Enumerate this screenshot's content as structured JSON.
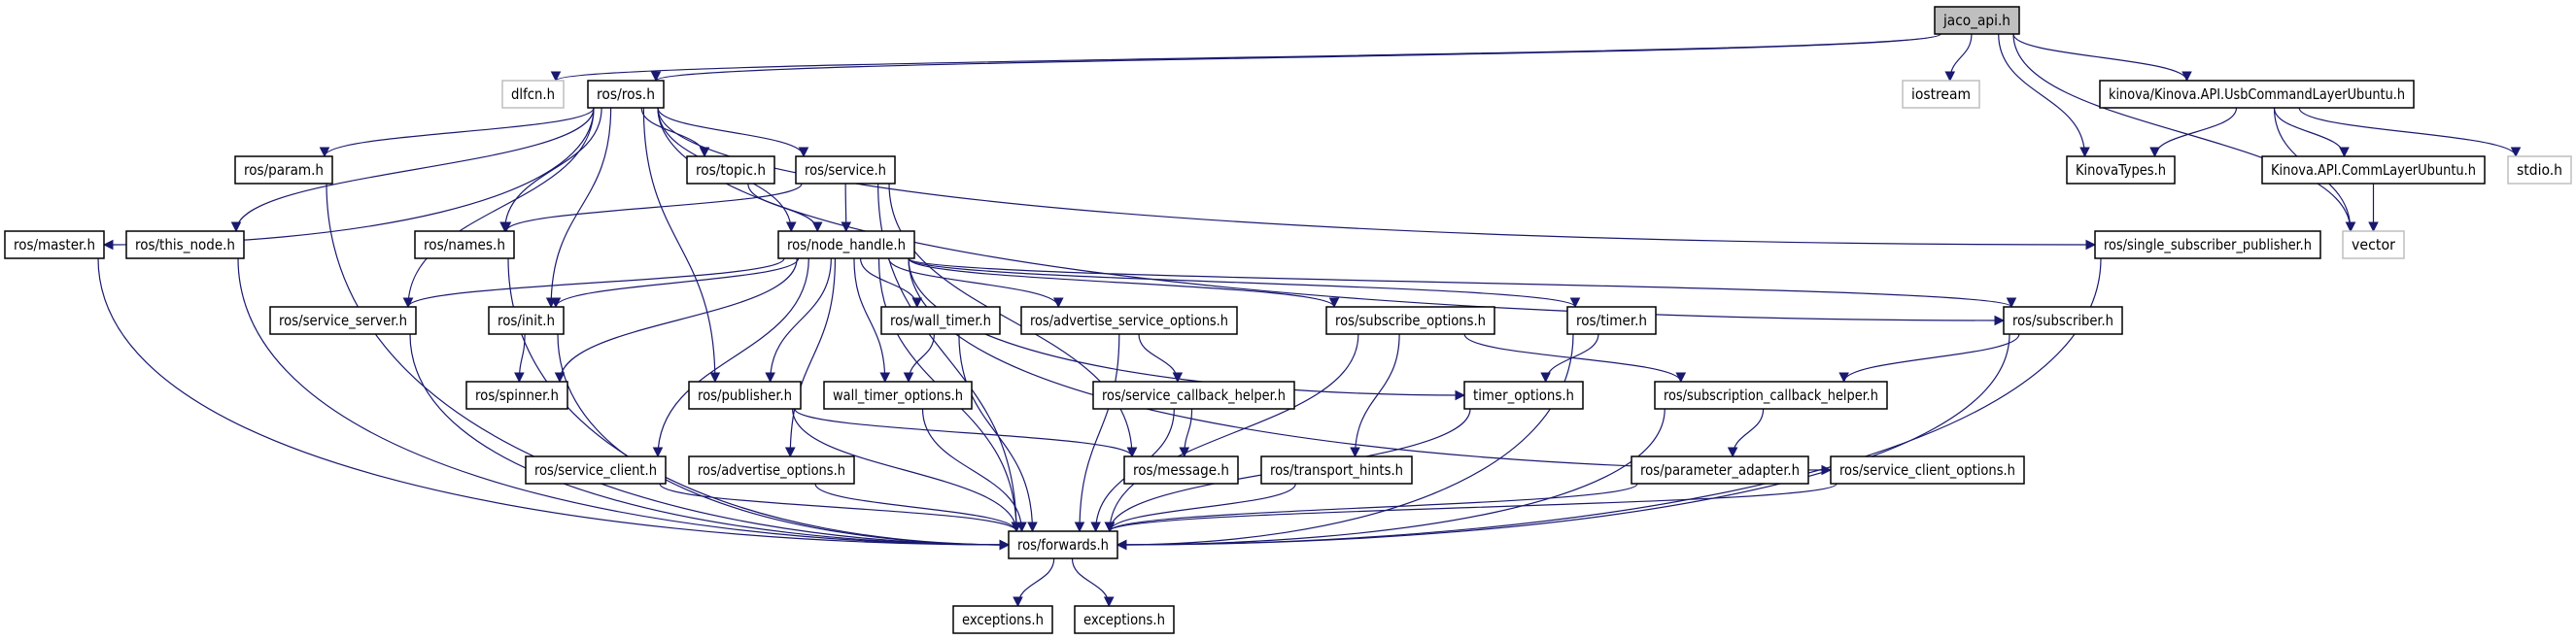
{
  "colors": {
    "edge": "#191970",
    "root_fill": "#bfbfbf",
    "external_border": "#bfbfbf",
    "node_border": "#000000"
  },
  "nodes": [
    {
      "id": "jaco",
      "label": "jaco_api.h",
      "kind": "root"
    },
    {
      "id": "dlfcn",
      "label": "dlfcn.h",
      "kind": "external"
    },
    {
      "id": "ros",
      "label": "ros/ros.h",
      "kind": "file"
    },
    {
      "id": "iostream",
      "label": "iostream",
      "kind": "external"
    },
    {
      "id": "usb",
      "label": "kinova/Kinova.API.UsbCommandLayerUbuntu.h",
      "kind": "file"
    },
    {
      "id": "param",
      "label": "ros/param.h",
      "kind": "file"
    },
    {
      "id": "topic",
      "label": "ros/topic.h",
      "kind": "file"
    },
    {
      "id": "service",
      "label": "ros/service.h",
      "kind": "file"
    },
    {
      "id": "kinovatypes",
      "label": "KinovaTypes.h",
      "kind": "file"
    },
    {
      "id": "comm",
      "label": "Kinova.API.CommLayerUbuntu.h",
      "kind": "file"
    },
    {
      "id": "stdio",
      "label": "stdio.h",
      "kind": "external"
    },
    {
      "id": "master",
      "label": "ros/master.h",
      "kind": "file"
    },
    {
      "id": "this_node",
      "label": "ros/this_node.h",
      "kind": "file"
    },
    {
      "id": "names",
      "label": "ros/names.h",
      "kind": "file"
    },
    {
      "id": "node_handle",
      "label": "ros/node_handle.h",
      "kind": "file"
    },
    {
      "id": "ssp",
      "label": "ros/single_subscriber_publisher.h",
      "kind": "file"
    },
    {
      "id": "vector",
      "label": "vector",
      "kind": "external"
    },
    {
      "id": "service_server",
      "label": "ros/service_server.h",
      "kind": "file"
    },
    {
      "id": "init",
      "label": "ros/init.h",
      "kind": "file"
    },
    {
      "id": "wall_timer",
      "label": "ros/wall_timer.h",
      "kind": "file"
    },
    {
      "id": "aso",
      "label": "ros/advertise_service_options.h",
      "kind": "file"
    },
    {
      "id": "subscribe_options",
      "label": "ros/subscribe_options.h",
      "kind": "file"
    },
    {
      "id": "timer",
      "label": "ros/timer.h",
      "kind": "file"
    },
    {
      "id": "subscriber",
      "label": "ros/subscriber.h",
      "kind": "file"
    },
    {
      "id": "spinner",
      "label": "ros/spinner.h",
      "kind": "file"
    },
    {
      "id": "publisher",
      "label": "ros/publisher.h",
      "kind": "file"
    },
    {
      "id": "wto",
      "label": "wall_timer_options.h",
      "kind": "file"
    },
    {
      "id": "sch",
      "label": "ros/service_callback_helper.h",
      "kind": "file"
    },
    {
      "id": "timer_options",
      "label": "timer_options.h",
      "kind": "file"
    },
    {
      "id": "subch",
      "label": "ros/subscription_callback_helper.h",
      "kind": "file"
    },
    {
      "id": "service_client",
      "label": "ros/service_client.h",
      "kind": "file"
    },
    {
      "id": "adv_opts",
      "label": "ros/advertise_options.h",
      "kind": "file"
    },
    {
      "id": "message",
      "label": "ros/message.h",
      "kind": "file"
    },
    {
      "id": "transport_hints",
      "label": "ros/transport_hints.h",
      "kind": "file"
    },
    {
      "id": "param_adapter",
      "label": "ros/parameter_adapter.h",
      "kind": "file"
    },
    {
      "id": "sco",
      "label": "ros/service_client_options.h",
      "kind": "file"
    },
    {
      "id": "forwards",
      "label": "ros/forwards.h",
      "kind": "file"
    },
    {
      "id": "exc1",
      "label": "exceptions.h",
      "kind": "file"
    },
    {
      "id": "exc2",
      "label": "exceptions.h",
      "kind": "file"
    }
  ],
  "edges": [
    [
      "jaco",
      "dlfcn"
    ],
    [
      "jaco",
      "ros"
    ],
    [
      "jaco",
      "iostream"
    ],
    [
      "jaco",
      "kinovatypes"
    ],
    [
      "jaco",
      "usb"
    ],
    [
      "jaco",
      "vector"
    ],
    [
      "usb",
      "kinovatypes"
    ],
    [
      "usb",
      "vector"
    ],
    [
      "usb",
      "comm"
    ],
    [
      "usb",
      "stdio"
    ],
    [
      "comm",
      "vector"
    ],
    [
      "ros",
      "master"
    ],
    [
      "ros",
      "this_node"
    ],
    [
      "ros",
      "param"
    ],
    [
      "ros",
      "names"
    ],
    [
      "ros",
      "service_server"
    ],
    [
      "ros",
      "init"
    ],
    [
      "ros",
      "publisher"
    ],
    [
      "ros",
      "node_handle"
    ],
    [
      "ros",
      "topic"
    ],
    [
      "ros",
      "service"
    ],
    [
      "ros",
      "subscriber"
    ],
    [
      "ros",
      "ssp"
    ],
    [
      "param",
      "forwards"
    ],
    [
      "master",
      "forwards"
    ],
    [
      "this_node",
      "forwards"
    ],
    [
      "names",
      "forwards"
    ],
    [
      "service_server",
      "forwards"
    ],
    [
      "init",
      "spinner"
    ],
    [
      "init",
      "forwards"
    ],
    [
      "topic",
      "node_handle"
    ],
    [
      "service",
      "node_handle"
    ],
    [
      "service",
      "names"
    ],
    [
      "service",
      "message"
    ],
    [
      "service",
      "forwards"
    ],
    [
      "node_handle",
      "service_server"
    ],
    [
      "node_handle",
      "init"
    ],
    [
      "node_handle",
      "spinner"
    ],
    [
      "node_handle",
      "publisher"
    ],
    [
      "node_handle",
      "service_client"
    ],
    [
      "node_handle",
      "adv_opts"
    ],
    [
      "node_handle",
      "wall_timer"
    ],
    [
      "node_handle",
      "wto"
    ],
    [
      "node_handle",
      "aso"
    ],
    [
      "node_handle",
      "subscribe_options"
    ],
    [
      "node_handle",
      "timer"
    ],
    [
      "node_handle",
      "timer_options"
    ],
    [
      "node_handle",
      "subscriber"
    ],
    [
      "node_handle",
      "sco"
    ],
    [
      "node_handle",
      "forwards"
    ],
    [
      "wall_timer",
      "wto"
    ],
    [
      "wall_timer",
      "forwards"
    ],
    [
      "aso",
      "sch"
    ],
    [
      "aso",
      "forwards"
    ],
    [
      "sch",
      "message"
    ],
    [
      "sch",
      "forwards"
    ],
    [
      "subscribe_options",
      "transport_hints"
    ],
    [
      "subscribe_options",
      "forwards"
    ],
    [
      "subscribe_options",
      "subch"
    ],
    [
      "timer",
      "timer_options"
    ],
    [
      "timer",
      "forwards"
    ],
    [
      "timer_options",
      "forwards"
    ],
    [
      "subch",
      "param_adapter"
    ],
    [
      "subch",
      "forwards"
    ],
    [
      "param_adapter",
      "forwards"
    ],
    [
      "subscriber",
      "subch"
    ],
    [
      "subscriber",
      "forwards"
    ],
    [
      "ssp",
      "forwards"
    ],
    [
      "sco",
      "forwards"
    ],
    [
      "transport_hints",
      "forwards"
    ],
    [
      "publisher",
      "message"
    ],
    [
      "publisher",
      "forwards"
    ],
    [
      "service_client",
      "forwards"
    ],
    [
      "adv_opts",
      "forwards"
    ],
    [
      "wto",
      "forwards"
    ],
    [
      "forwards",
      "exc1"
    ],
    [
      "forwards",
      "exc2"
    ]
  ]
}
